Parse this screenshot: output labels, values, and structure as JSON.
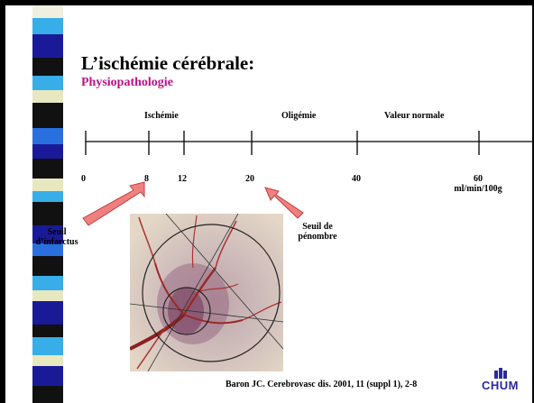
{
  "slide": {
    "title": "L’ischémie cérébrale:",
    "subtitle": "Physiopathologie",
    "subtitle_color": "#c0108a"
  },
  "timeline": {
    "zones": [
      "Ischémie",
      "Oligémie",
      "Valeur normale"
    ],
    "ticks": [
      "0",
      "8",
      "12",
      "20",
      "40",
      "60"
    ],
    "unit": "ml/min/100g"
  },
  "annotations": {
    "infarct_line1": "Seuil",
    "infarct_line2": "d’infarctus",
    "penumbra_line1": "Seuil de",
    "penumbra_line2": "pénombre",
    "arrow_color": "#f08080"
  },
  "citation": "Baron JC.  Cerebrovasc dis. 2001, 11 (suppl 1), 2-8",
  "logo": {
    "text": "CHUM",
    "icon": "building-icon",
    "color": "#2a2aa0"
  },
  "stripe_colors": [
    "#1a1a99",
    "#37aee8",
    "#e8e8c0",
    "#111111",
    "#2a6fdf"
  ]
}
